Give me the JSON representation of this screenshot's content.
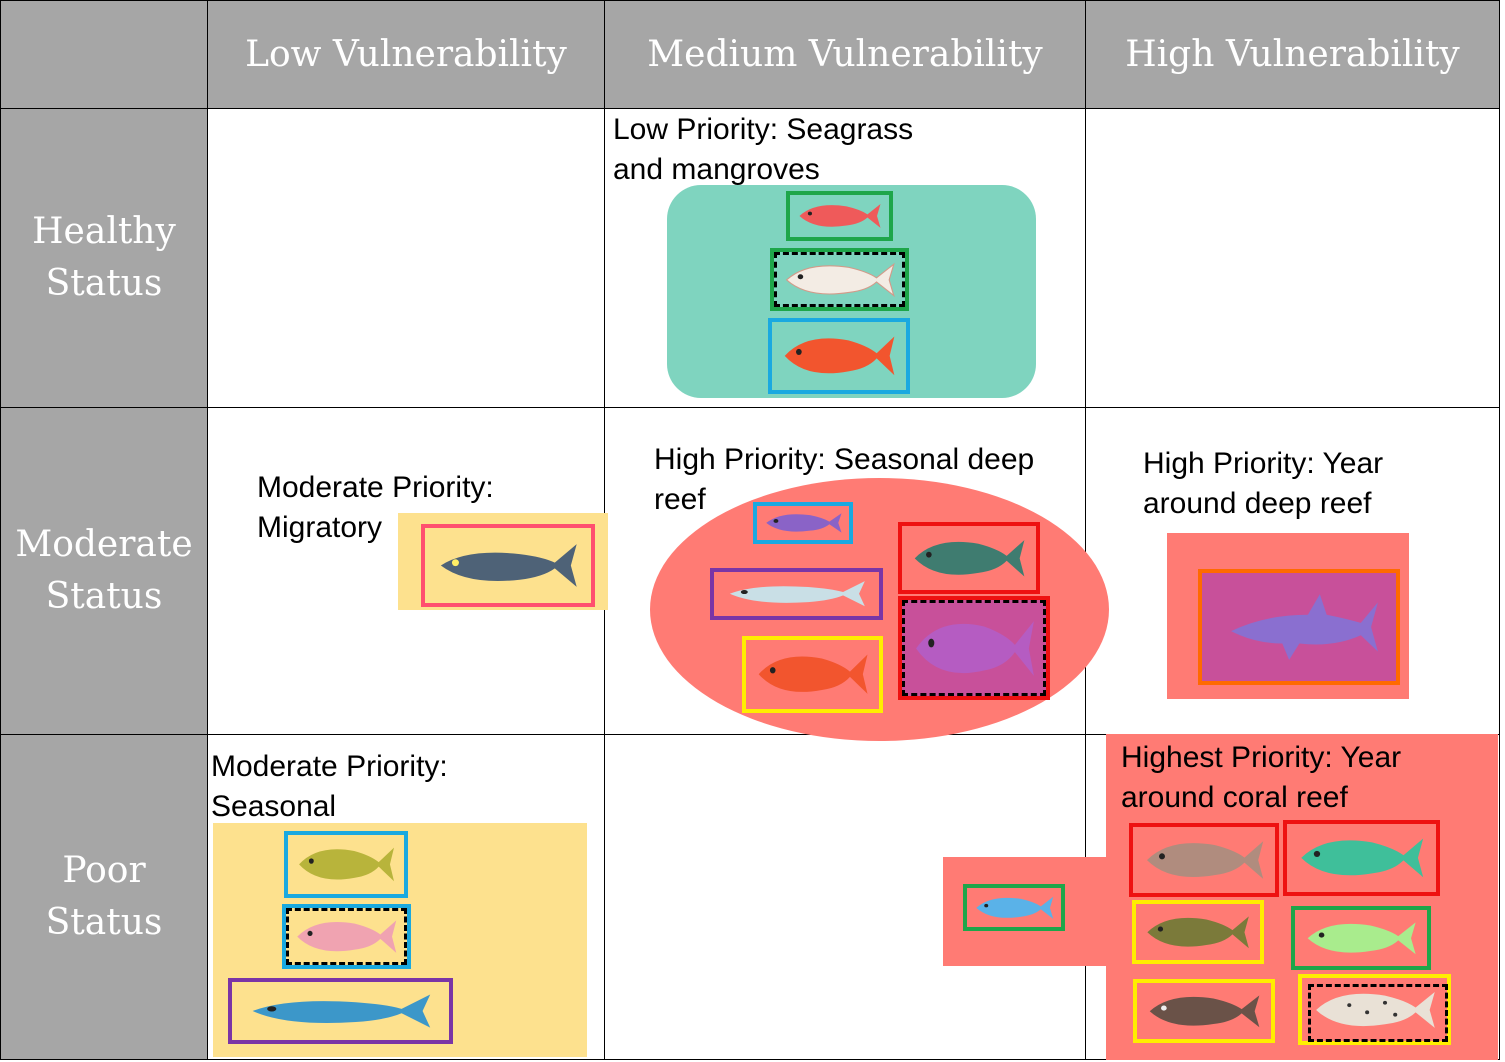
{
  "header": {
    "columns": [
      "Low Vulnerability",
      "Medium Vulnerability",
      "High Vulnerability"
    ],
    "rows": [
      "Healthy\nStatus",
      "Moderate\nStatus",
      "Poor\nStatus"
    ]
  },
  "groups": {
    "seagrass": "Low Priority: Seagrass\nand mangroves",
    "migratory": "Moderate Priority:\nMigratory",
    "seasonal_deep": "High Priority: Seasonal deep\nreef",
    "year_deep": "High Priority: Year\naround deep reef",
    "seasonal": "Moderate Priority:\nSeasonal",
    "coral": "Highest Priority: Year\naround coral reef"
  },
  "colors": {
    "header_bg": "#a6a6a6",
    "teal_zone": "#7fd4bf",
    "yellow_zone": "#fde18e",
    "red_zone": "#ff7b74",
    "magenta_fill": "#c8509a",
    "green_box": "#1ea64a",
    "blue_box": "#1aa9e0",
    "purple_box": "#7a35a6",
    "red_box": "#ee1111",
    "yellow_box": "#ffee00",
    "orange_box": "#ff6a00",
    "pink_box": "#ff4f6f"
  }
}
